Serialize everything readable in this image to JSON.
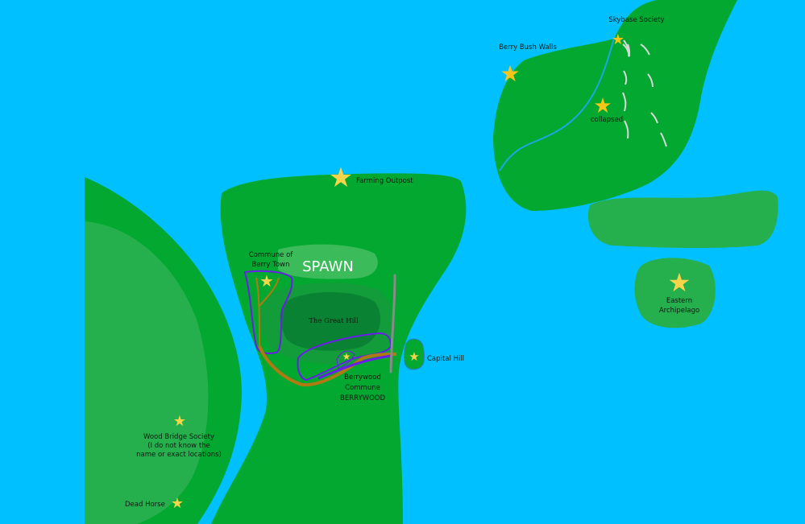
{
  "map": {
    "spawn": "SPAWN",
    "great_hill": "The Great Hill",
    "farming_outpost": "Farming Outpost",
    "berry_town": [
      "Commune of",
      "Berry Town"
    ],
    "berrywood": [
      "Berrywood",
      "Commune",
      "BERRYWOOD"
    ],
    "capital_hill": "Capital Hill",
    "skybase": "Skybase Society",
    "berry_bush_walls": "Berry Bush Walls",
    "collapsed": "collapsed",
    "eastern_archipelago": [
      "Eastern",
      "Archipelago"
    ],
    "wood_bridge": [
      "Wood Bridge Society",
      "(I do not know the",
      "name or exact locations)"
    ],
    "dead_horse": "Dead Horse"
  },
  "colors": {
    "water": "#00c0ff",
    "land": "#02a82f",
    "light_land": "#26b04d",
    "star": "#f7d54a",
    "star_dark": "#f5c518",
    "border": "#6a1ee8",
    "road": "#b07a10",
    "wall": "#8a8a8a"
  }
}
